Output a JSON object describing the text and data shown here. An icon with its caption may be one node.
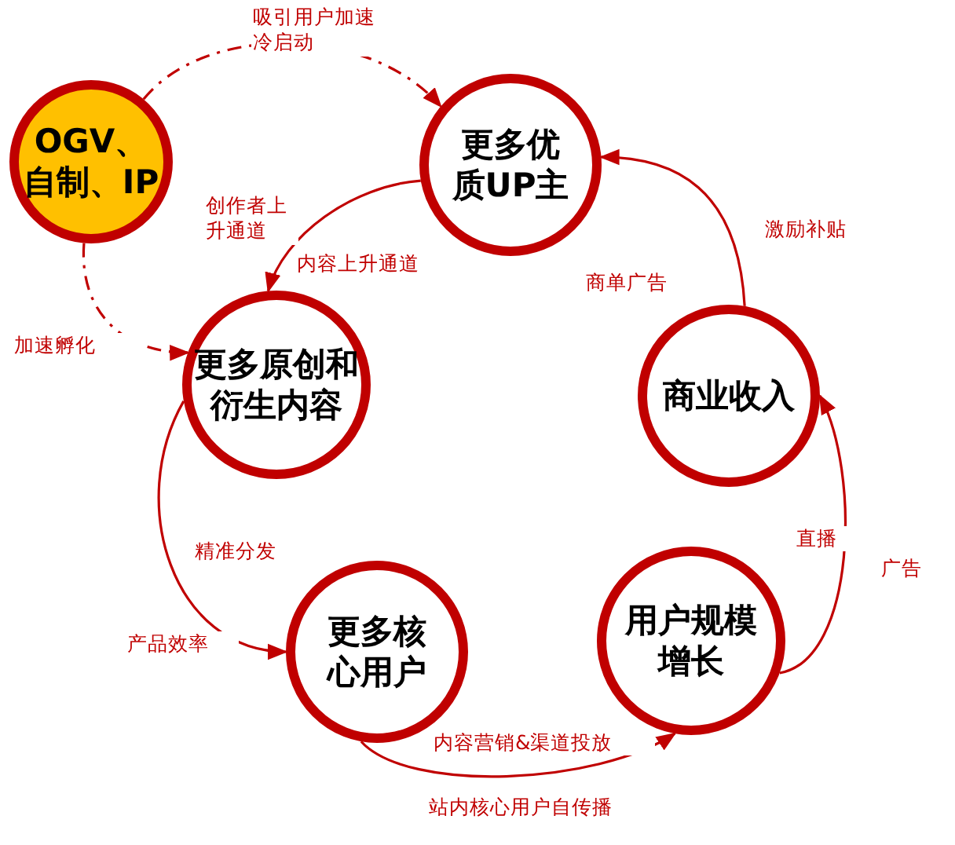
{
  "diagram": {
    "nodes": [
      {
        "text": [
          "OGV、自制、IP"
        ]
      },
      {
        "text": [
          "更多优质UP主"
        ]
      },
      {
        "text": [
          "更多原创和衍生内容"
        ]
      },
      {
        "text": [
          "商业收入"
        ]
      },
      {
        "text": [
          "更多核心用户"
        ]
      },
      {
        "text": [
          "用户规模增长"
        ]
      }
    ],
    "edges": [
      {
        "from": 0,
        "to": 1,
        "arrow": "to",
        "style": "dashed",
        "label": "吸引用户加速冷启动"
      },
      {
        "from": 0,
        "to": 2,
        "arrow": "to",
        "style": "dashed",
        "label": "加速孵化"
      },
      {
        "from": 1,
        "to": 2,
        "arrow": "to",
        "label": "内容上升通道"
      },
      {
        "from": 3,
        "to": 1,
        "arrow": "to",
        "label": "激励补贴"
      },
      {
        "from": 2,
        "to": 4,
        "arrow": "to",
        "label": "精准分发"
      },
      {
        "from": 4,
        "to": 5,
        "arrow": "to",
        "label": "内容营销&渠道投放"
      },
      {
        "from": 5,
        "to": 3,
        "arrow": "to",
        "label": "直播"
      }
    ],
    "labels": [
      "创作者上升通道",
      "商单广告",
      "产品效率",
      "站内核心用户自传播",
      "广告"
    ]
  }
}
